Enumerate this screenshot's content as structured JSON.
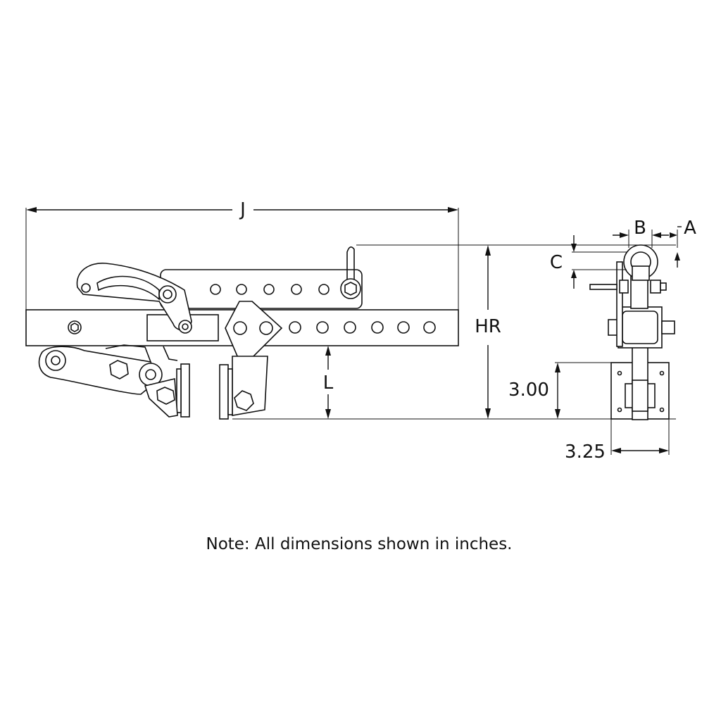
{
  "dimensions": {
    "J": "J",
    "HR": "HR",
    "L": "L",
    "B": "B",
    "A": "A",
    "C": "C",
    "height_300": "3.00",
    "width_325": "3.25"
  },
  "note": "Note: All dimensions shown in inches."
}
